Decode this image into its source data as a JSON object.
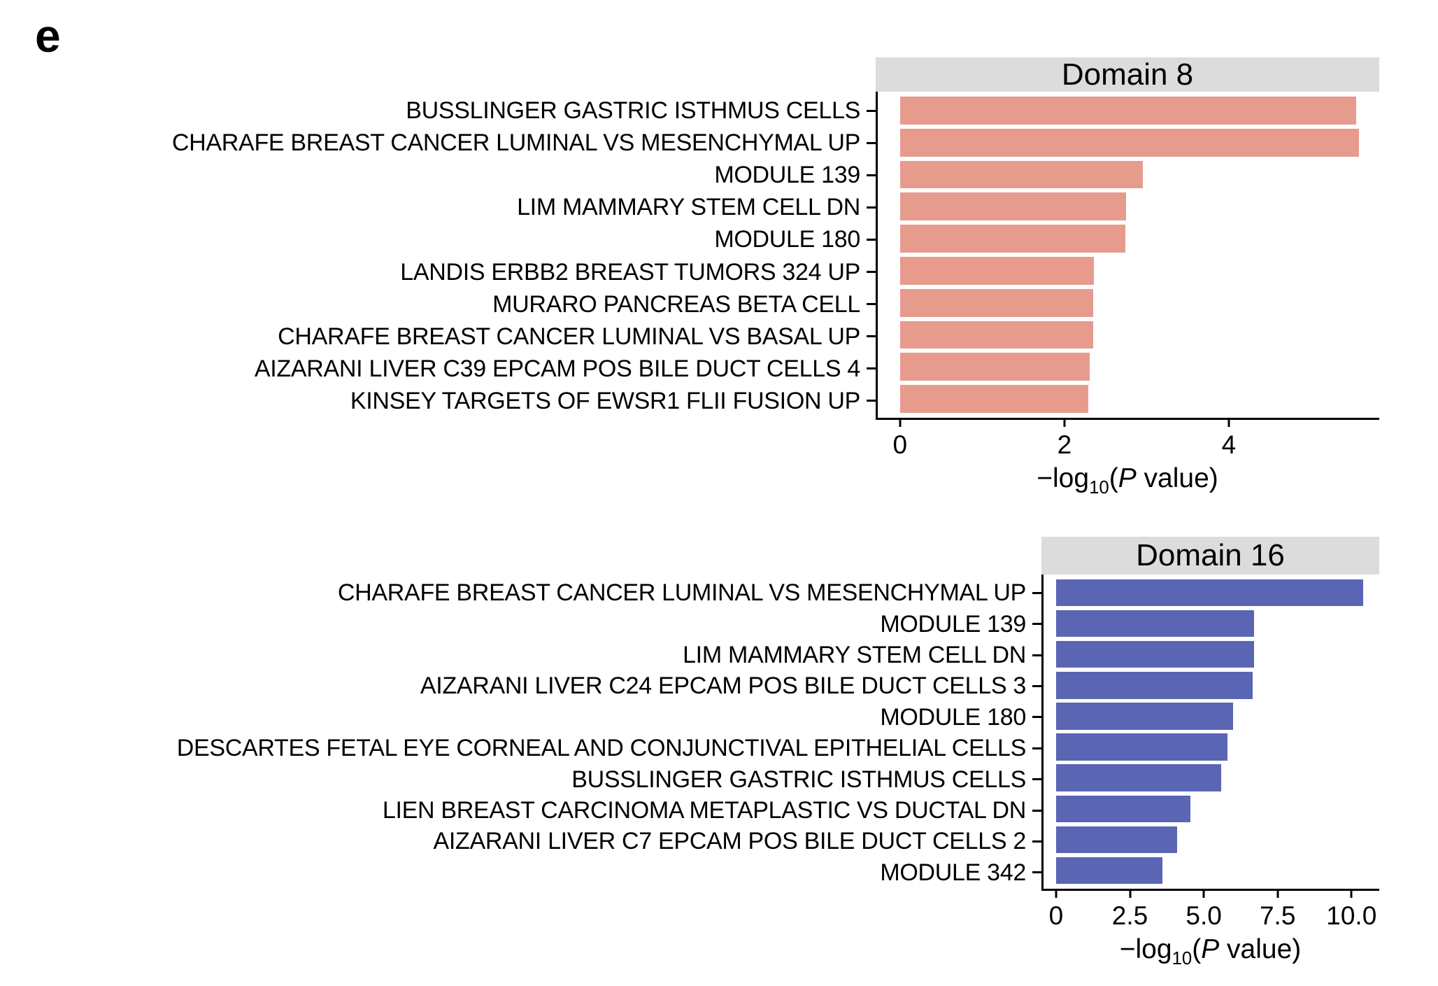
{
  "panel_label": "e",
  "colors": {
    "domain8_bar": "#e69b8d",
    "domain16_bar": "#5a65b4",
    "facet_strip_bg": "#dcdcdc",
    "axis": "#000000"
  },
  "xaxis_label_parts": {
    "prefix": "−log",
    "sub": "10",
    "open_paren": "(",
    "p": "P",
    "suffix": " value)"
  },
  "chart_data": [
    {
      "type": "bar",
      "orientation": "horizontal",
      "title": "Domain 8",
      "xlabel": "-log10(P value)",
      "bar_color": "#e69b8d",
      "grid": false,
      "xlim": [
        0,
        5.83
      ],
      "categories": [
        "BUSSLINGER GASTRIC ISTHMUS CELLS",
        "CHARAFE BREAST CANCER LUMINAL VS MESENCHYMAL UP",
        "MODULE 139",
        "LIM MAMMARY STEM CELL DN",
        "MODULE 180",
        "LANDIS ERBB2 BREAST TUMORS 324 UP",
        "MURARO PANCREAS BETA CELL",
        "CHARAFE BREAST CANCER LUMINAL VS BASAL UP",
        "AIZARANI LIVER C39 EPCAM POS BILE DUCT CELLS 4",
        "KINSEY TARGETS OF EWSR1 FLII FUSION UP"
      ],
      "values": [
        5.55,
        5.58,
        2.95,
        2.75,
        2.74,
        2.36,
        2.35,
        2.35,
        2.31,
        2.29
      ],
      "xticks": [
        {
          "value": 0,
          "label": "0"
        },
        {
          "value": 2,
          "label": "2"
        },
        {
          "value": 4,
          "label": "4"
        }
      ]
    },
    {
      "type": "bar",
      "orientation": "horizontal",
      "title": "Domain 16",
      "xlabel": "-log10(P value)",
      "bar_color": "#5a65b4",
      "grid": false,
      "xlim": [
        0,
        10.94
      ],
      "categories": [
        "CHARAFE BREAST CANCER LUMINAL VS MESENCHYMAL UP",
        "MODULE 139",
        "LIM MAMMARY STEM CELL DN",
        "AIZARANI LIVER C24 EPCAM POS BILE DUCT CELLS 3",
        "MODULE 180",
        "DESCARTES FETAL EYE CORNEAL AND CONJUNCTIVAL EPITHELIAL CELLS",
        "BUSSLINGER GASTRIC ISTHMUS CELLS",
        "LIEN BREAST CARCINOMA METAPLASTIC VS DUCTAL DN",
        "AIZARANI LIVER C7 EPCAM POS BILE DUCT CELLS 2",
        "MODULE 342"
      ],
      "values": [
        10.4,
        6.7,
        6.7,
        6.65,
        6.0,
        5.8,
        5.6,
        4.55,
        4.1,
        3.6
      ],
      "xticks": [
        {
          "value": 0,
          "label": "0"
        },
        {
          "value": 2.5,
          "label": "2.5"
        },
        {
          "value": 5,
          "label": "5.0"
        },
        {
          "value": 7.5,
          "label": "7.5"
        },
        {
          "value": 10,
          "label": "10.0"
        }
      ]
    }
  ]
}
